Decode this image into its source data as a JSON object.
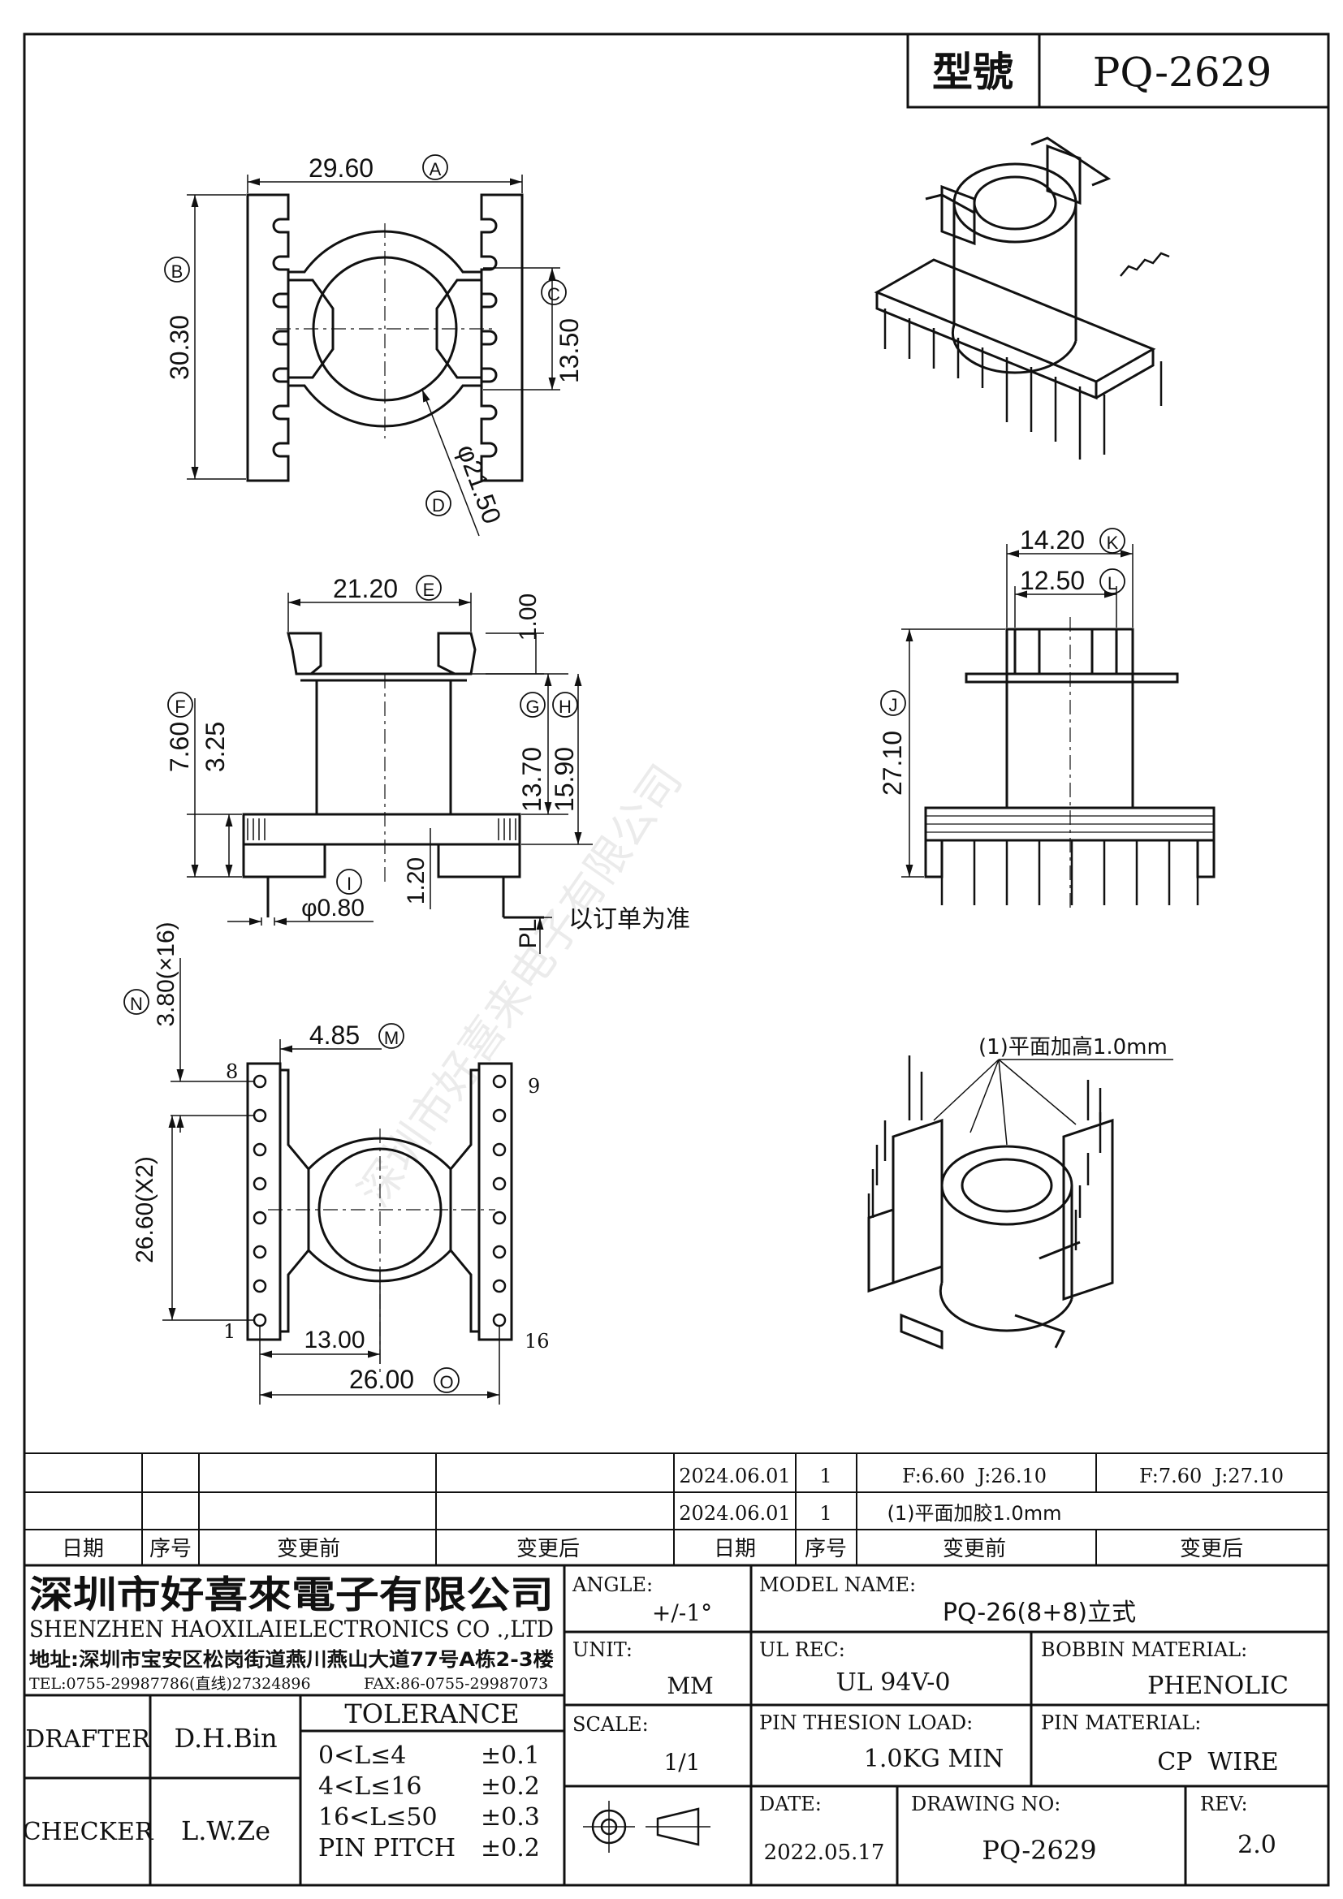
{
  "header": {
    "model_label": "型號",
    "model_value": "PQ-2629"
  },
  "dims": {
    "a": "29.60",
    "a_tag": "A",
    "b": "30.30",
    "b_tag": "B",
    "c": "13.50",
    "c_tag": "C",
    "d": "φ21.50",
    "d_tag": "D",
    "e": "21.20",
    "e_tag": "E",
    "e_top": "1.00",
    "f": "7.60",
    "f_tag": "F",
    "f2": "3.25",
    "g": "13.70",
    "g_tag": "G",
    "h": "15.90",
    "h_tag": "H",
    "i": "φ0.80",
    "i_tag": "I",
    "i2": "1.20",
    "pl": "PL",
    "pl_note": "以订单为准",
    "k": "14.20",
    "k_tag": "K",
    "l": "12.50",
    "l_tag": "L",
    "j": "27.10",
    "j_tag": "J",
    "n": "3.80(×16)",
    "n_tag": "N",
    "m": "4.85",
    "m_tag": "M",
    "x2": "26.60(X2)",
    "p13": "13.00",
    "o": "26.00",
    "o_tag": "O",
    "pin8": "8",
    "pin9": "9",
    "pin1": "1",
    "pin16": "16",
    "note": "(1)平面加高1.0mm"
  },
  "changes": {
    "rows": [
      {
        "date": "",
        "seq": "",
        "before": "",
        "after": "",
        "date2": "2024.06.01",
        "seq2": "1",
        "before2": "F:6.60  J:26.10",
        "after2": "F:7.60  J:27.10"
      },
      {
        "date": "",
        "seq": "",
        "before": "",
        "after": "",
        "date2": "2024.06.01",
        "seq2": "1",
        "before2": "(1)平面加胶1.0mm",
        "after2": ""
      }
    ],
    "headers": [
      "日期",
      "序号",
      "变更前",
      "变更后",
      "日期",
      "序号",
      "变更前",
      "变更后"
    ]
  },
  "company": {
    "name_cn": "深圳市好喜來電子有限公司",
    "name_en": "SHENZHEN HAOXILAIELECTRONICS CO .,LTD",
    "address": "地址:深圳市宝安区松岗街道燕川燕山大道77号A栋2-3楼",
    "tel": "TEL:0755-29987786(直线)27324896",
    "fax": "FAX:86-0755-29987073"
  },
  "title_block": {
    "angle_label": "ANGLE:",
    "angle_value": "+/-1°",
    "model_name_label": "MODEL NAME:",
    "model_name_value": "PQ-26(8+8)立式",
    "unit_label": "UNIT:",
    "unit_value": "MM",
    "ul_label": "UL REC:",
    "ul_value": "UL 94V-0",
    "bobbin_label": "BOBBIN MATERIAL:",
    "bobbin_value": "PHENOLIC",
    "scale_label": "SCALE:",
    "scale_value": "1/1",
    "pin_load_label": "PIN THESION LOAD:",
    "pin_load_value": "1.0KG MIN",
    "pin_mat_label": "PIN MATERIAL:",
    "pin_mat_value": "CP  WIRE",
    "date_label": "DATE:",
    "date_value": "2022.05.17",
    "drawing_label": "DRAWING NO:",
    "drawing_value": "PQ-2629",
    "rev_label": "REV:",
    "rev_value": "2.0",
    "drafter_label": "DRAFTER",
    "drafter_value": "D.H.Bin",
    "checker_label": "CHECKER",
    "checker_value": "L.W.Ze",
    "tolerance_title": "TOLERANCE",
    "tolerances": [
      {
        "range": "0<L≤4",
        "tol": "±0.1"
      },
      {
        "range": "4<L≤16",
        "tol": "±0.2"
      },
      {
        "range": "16<L≤50",
        "tol": "±0.3"
      },
      {
        "range": "PIN PITCH",
        "tol": "±0.2"
      }
    ]
  },
  "watermark": "深圳市好喜来电子有限公司"
}
